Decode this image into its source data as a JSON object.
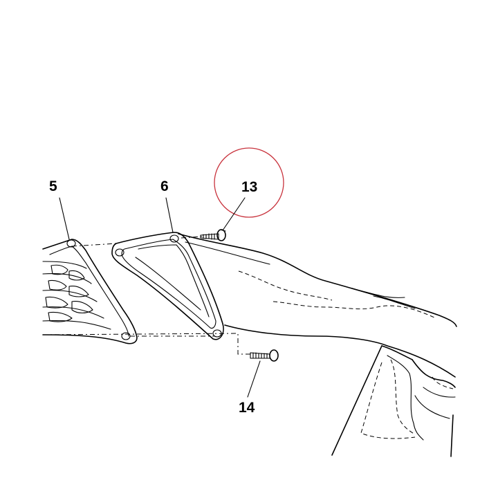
{
  "callouts": {
    "part_5": "5",
    "part_6": "6",
    "part_13": "13",
    "part_14": "14"
  },
  "colors": {
    "line": "#000000",
    "highlight_circle": "#c8323c",
    "background": "#ffffff"
  },
  "highlighted_callout": "13"
}
